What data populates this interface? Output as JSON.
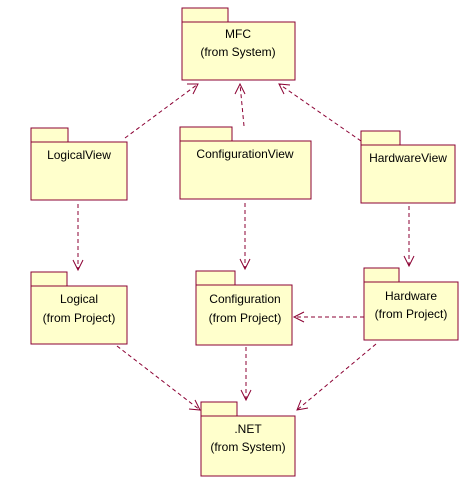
{
  "diagram": {
    "colors": {
      "fill": "#ffffcc",
      "stroke": "#8b0033",
      "text": "#000000"
    },
    "packages": {
      "mfc": {
        "name": "MFC",
        "origin": "(from System)"
      },
      "logical_view": {
        "name": "LogicalView"
      },
      "configuration_view": {
        "name": "ConfigurationView"
      },
      "hardware_view": {
        "name": "HardwareView"
      },
      "logical": {
        "name": "Logical",
        "origin": "(from Project)"
      },
      "configuration": {
        "name": "Configuration",
        "origin": "(from Project)"
      },
      "hardware": {
        "name": "Hardware",
        "origin": "(from Project)"
      },
      "dotnet": {
        "name": ".NET",
        "origin": "(from System)"
      }
    }
  }
}
